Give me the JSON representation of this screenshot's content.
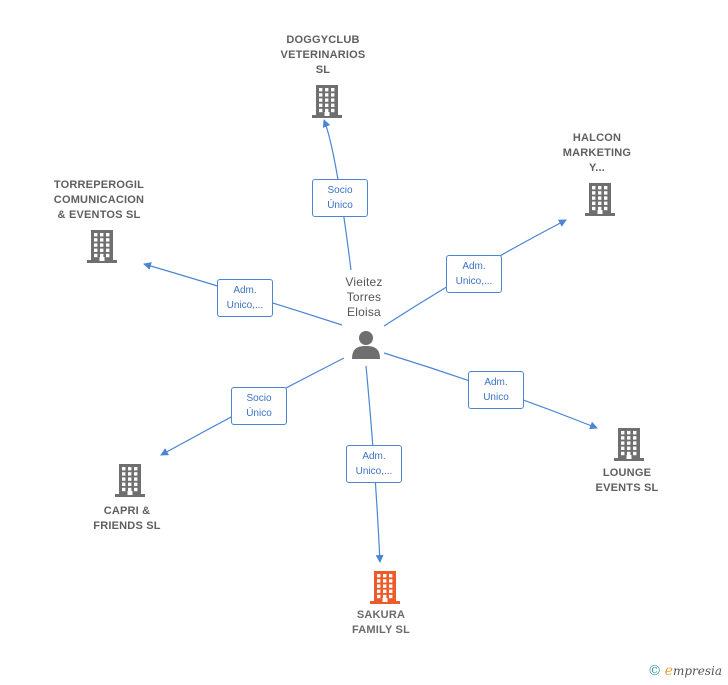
{
  "colors": {
    "edge": "#4a86d4",
    "building": "#6f6f6f",
    "building_highlight": "#ef5a2a",
    "person": "#6f6f6f"
  },
  "center": {
    "name": "Vieitez\nTorres\nEloisa",
    "icon": "person-icon"
  },
  "companies": [
    {
      "id": "doggyclub",
      "name": "DOGGYCLUB\nVETERINARIOS\nSL",
      "relation": [
        "Socio",
        "Único"
      ],
      "highlight": false
    },
    {
      "id": "halcon",
      "name": "HALCON\nMARKETING\nY...",
      "relation": [
        "Adm.",
        "Unico,..."
      ],
      "highlight": false
    },
    {
      "id": "torreperogil",
      "name": "TORREPEROGIL\nCOMUNICACION\n& EVENTOS  SL",
      "relation": [
        "Adm.",
        "Unico,..."
      ],
      "highlight": false
    },
    {
      "id": "lounge",
      "name": "LOUNGE\nEVENTS SL",
      "relation": [
        "Adm.",
        "Unico"
      ],
      "highlight": false
    },
    {
      "id": "capri",
      "name": "CAPRI &\nFRIENDS  SL",
      "relation": [
        "Socio",
        "Único"
      ],
      "highlight": false
    },
    {
      "id": "sakura",
      "name": "SAKURA\nFAMILY  SL",
      "relation": [
        "Adm.",
        "Unico,..."
      ],
      "highlight": true
    }
  ],
  "footer": {
    "copyright": "©",
    "brand_initial": "e",
    "brand_rest": "mpresia"
  }
}
